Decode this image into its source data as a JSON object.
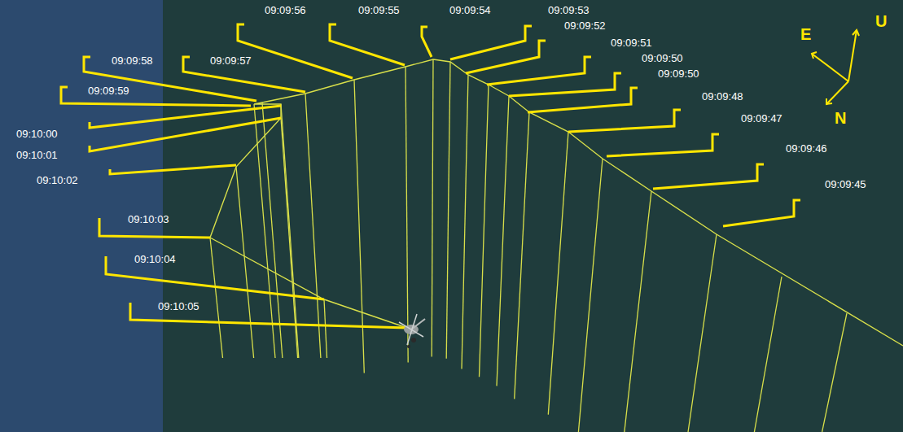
{
  "diagram": {
    "labels": [
      "09:09:56",
      "09:09:55",
      "09:09:54",
      "09:09:53",
      "09:09:52",
      "09:09:51",
      "09:09:50",
      "09:09:50",
      "09:09:48",
      "09:09:47",
      "09:09:46",
      "09:09:45",
      "09:09:58",
      "09:09:57",
      "09:09:59",
      "09:10:00",
      "09:10:01",
      "09:10:02",
      "09:10:03",
      "09:10:04",
      "09:10:05",
      "E",
      "U",
      "N"
    ]
  }
}
